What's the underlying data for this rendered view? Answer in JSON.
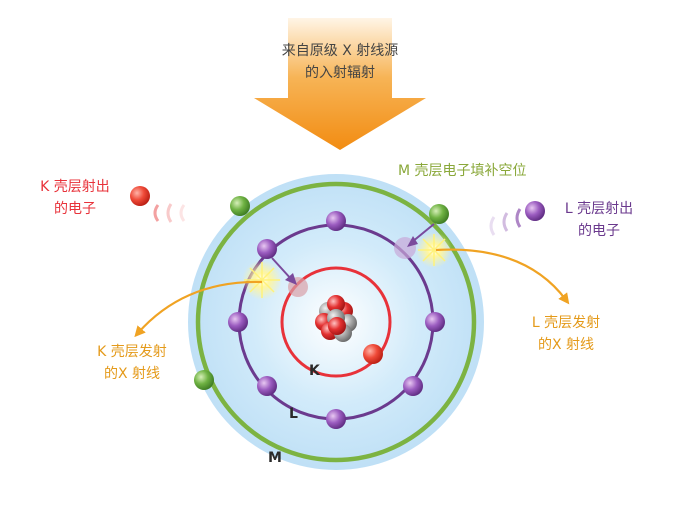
{
  "incoming": {
    "line1": "来自原级 X 射线源",
    "line2": "的入射辐射"
  },
  "m_fill": {
    "text": "M 壳层电子填补空位"
  },
  "k_eject": {
    "line1": "K 壳层射出",
    "line2": "的电子"
  },
  "l_eject": {
    "line1": "L 壳层射出",
    "line2": "的电子"
  },
  "k_emit": {
    "line1": "K 壳层发射",
    "line2": "的X 射线"
  },
  "l_emit": {
    "line1": "L 壳层发射",
    "line2": "的X 射线"
  },
  "shells": {
    "k": "K",
    "l": "L",
    "m": "M"
  },
  "colors": {
    "incoming_arrow": "#f39a1c",
    "k_shell": "#e8323a",
    "l_shell": "#6b3a8e",
    "m_shell": "#7cb342",
    "glow": "#a9d6f2",
    "x_ray": "#f0a323",
    "k_label": "#e8323a",
    "l_label": "#6b3a8e",
    "m_label": "#8aa83a",
    "emit_label": "#e49a1a",
    "incoming_label": "#444444"
  }
}
